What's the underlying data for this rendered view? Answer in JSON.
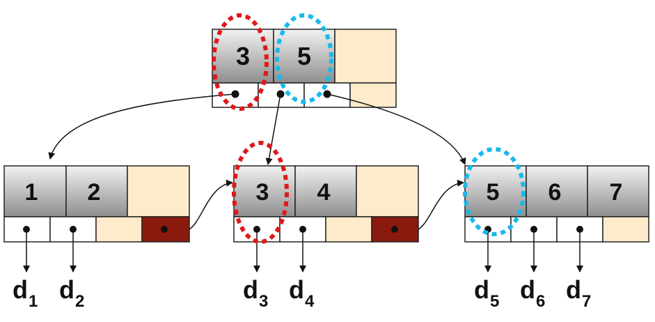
{
  "colors": {
    "key_gradient_top": "#f2f2f2",
    "key_gradient_bottom": "#8e8e8e",
    "empty_slot": "#fdebcb",
    "next_pointer": "#8b1a0e",
    "pointer_cell": "#ffffff",
    "outline": "#222222",
    "highlight_red": "#e01818",
    "highlight_blue": "#19b9ec"
  },
  "root": {
    "keys": [
      "3",
      "5"
    ]
  },
  "leaves": [
    {
      "keys": [
        "1",
        "2",
        ""
      ],
      "data": [
        {
          "base": "d",
          "sub": "1"
        },
        {
          "base": "d",
          "sub": "2"
        }
      ]
    },
    {
      "keys": [
        "3",
        "4",
        ""
      ],
      "data": [
        {
          "base": "d",
          "sub": "3"
        },
        {
          "base": "d",
          "sub": "4"
        }
      ]
    },
    {
      "keys": [
        "5",
        "6",
        "7"
      ],
      "data": [
        {
          "base": "d",
          "sub": "5"
        },
        {
          "base": "d",
          "sub": "6"
        },
        {
          "base": "d",
          "sub": "7"
        }
      ]
    }
  ]
}
